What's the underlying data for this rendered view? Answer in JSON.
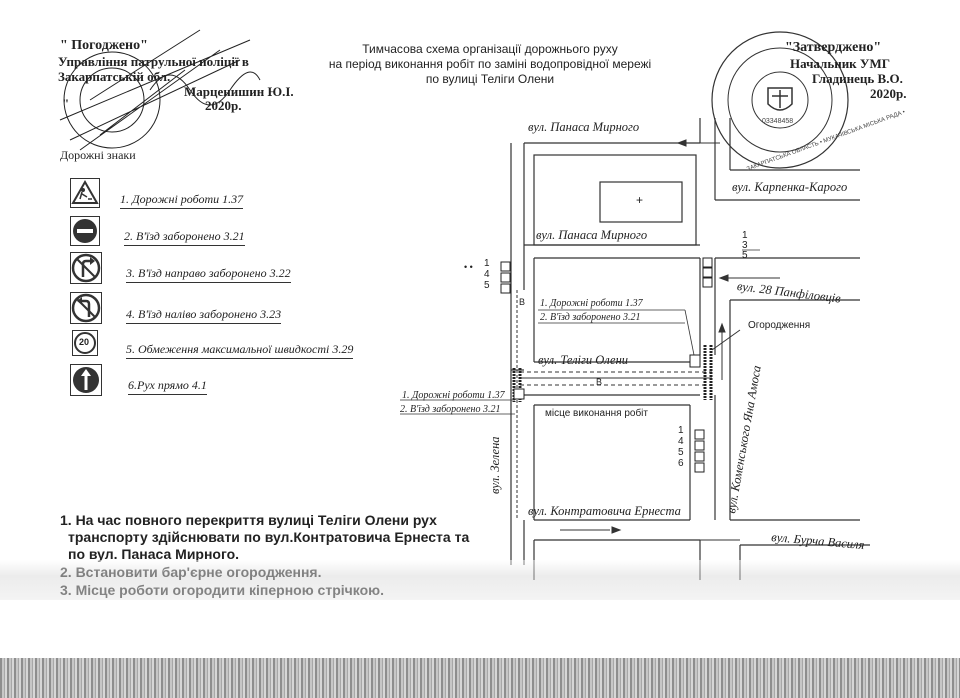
{
  "header": {
    "approved_left": {
      "title": "\" Погоджено\"",
      "line1": "Управління патрульної поліції в",
      "line2": "Закарпатській обл.",
      "sign_name": "Марценишин Ю.І.",
      "quote_mark": "\"",
      "year": "2020р."
    },
    "title_lines": [
      "Тимчасова схема організації дорожнього руху",
      "на період виконання  робіт по заміні водопровідної мережі",
      "по вулиці Теліги Олени"
    ],
    "approved_right": {
      "title": "\"Затверджено\"",
      "line1": "Начальник УМГ",
      "sign_name": "Гладинець В.О.",
      "year": "2020р."
    }
  },
  "legend": {
    "title": "Дорожні знаки",
    "items": [
      {
        "label": "1.  Дорожні роботи 1.37",
        "icon": "roadworks-sign-icon"
      },
      {
        "label": "2. В'їзд заборонено 3.21",
        "icon": "no-entry-sign-icon"
      },
      {
        "label": "3. В'їзд направо заборонено 3.22",
        "icon": "no-right-turn-sign-icon"
      },
      {
        "label": "4. В'їзд наліво заборонено 3.23",
        "icon": "no-left-turn-sign-icon"
      },
      {
        "label": "5. Обмеження максимальної швидкості 3.29",
        "icon": "speed-limit-sign-icon",
        "sign_text": "20"
      },
      {
        "label": "6.Рух прямо 4.1",
        "icon": "straight-only-sign-icon"
      }
    ]
  },
  "map": {
    "streets": {
      "mirnogo_top": "вул.  Панаса  Мирного",
      "mirnogo_mid": "вул.  Панаса  Мирного",
      "karpenka": "вул.  Карпенка-Карого",
      "panfilovtsiv": "вул.  28  Панфіловців",
      "teligi": "вул.  Теліги Олени",
      "zelena": "вул.  Зелена",
      "komenskogo": "вул.  Коменського Яна Амоса",
      "kontratovycha": "вул.  Контратовича Ернеста",
      "burcha": "вул.  Бурча  Василя"
    },
    "labels": {
      "fence": "Огородження",
      "work_place": "місце виконання робіт",
      "pipe_v": "В",
      "pipe_h": "В",
      "cross": "+",
      "dots": "• •"
    },
    "annotations": {
      "east_roadworks": "1.  Дорожні роботи 1.37",
      "east_noentry": "2. В'їзд заборонено 3.21",
      "west_roadworks": "1.  Дорожні роботи 1.37",
      "west_noentry": "2. В'їзд заборонено 3.21"
    },
    "sign_groups": {
      "nw": [
        "1",
        "4",
        "5"
      ],
      "ne": [
        "1",
        "3",
        "5"
      ],
      "se": [
        "1",
        "4",
        "5",
        "6"
      ]
    }
  },
  "notes": [
    "1. На час повного перекриття  вулиці Теліги Олени рух",
    "транспорту здійснювати по вул.Контратовича Ернеста та",
    "по вул. Панаса Мирного.",
    "2.  Встановити бар'єрне огородження.",
    "3.  Місце роботи огородити кіперною стрічкою."
  ],
  "stamp": {
    "ring_text": "ЗАКАРПАТСЬКА ОБЛАСТЬ • МУКАЧІВСЬКА МІСЬКА РАДА •",
    "code": "03348458"
  },
  "colors": {
    "ink": "#222222",
    "sign_red": "#333333",
    "noise": "#8a8a8a"
  }
}
